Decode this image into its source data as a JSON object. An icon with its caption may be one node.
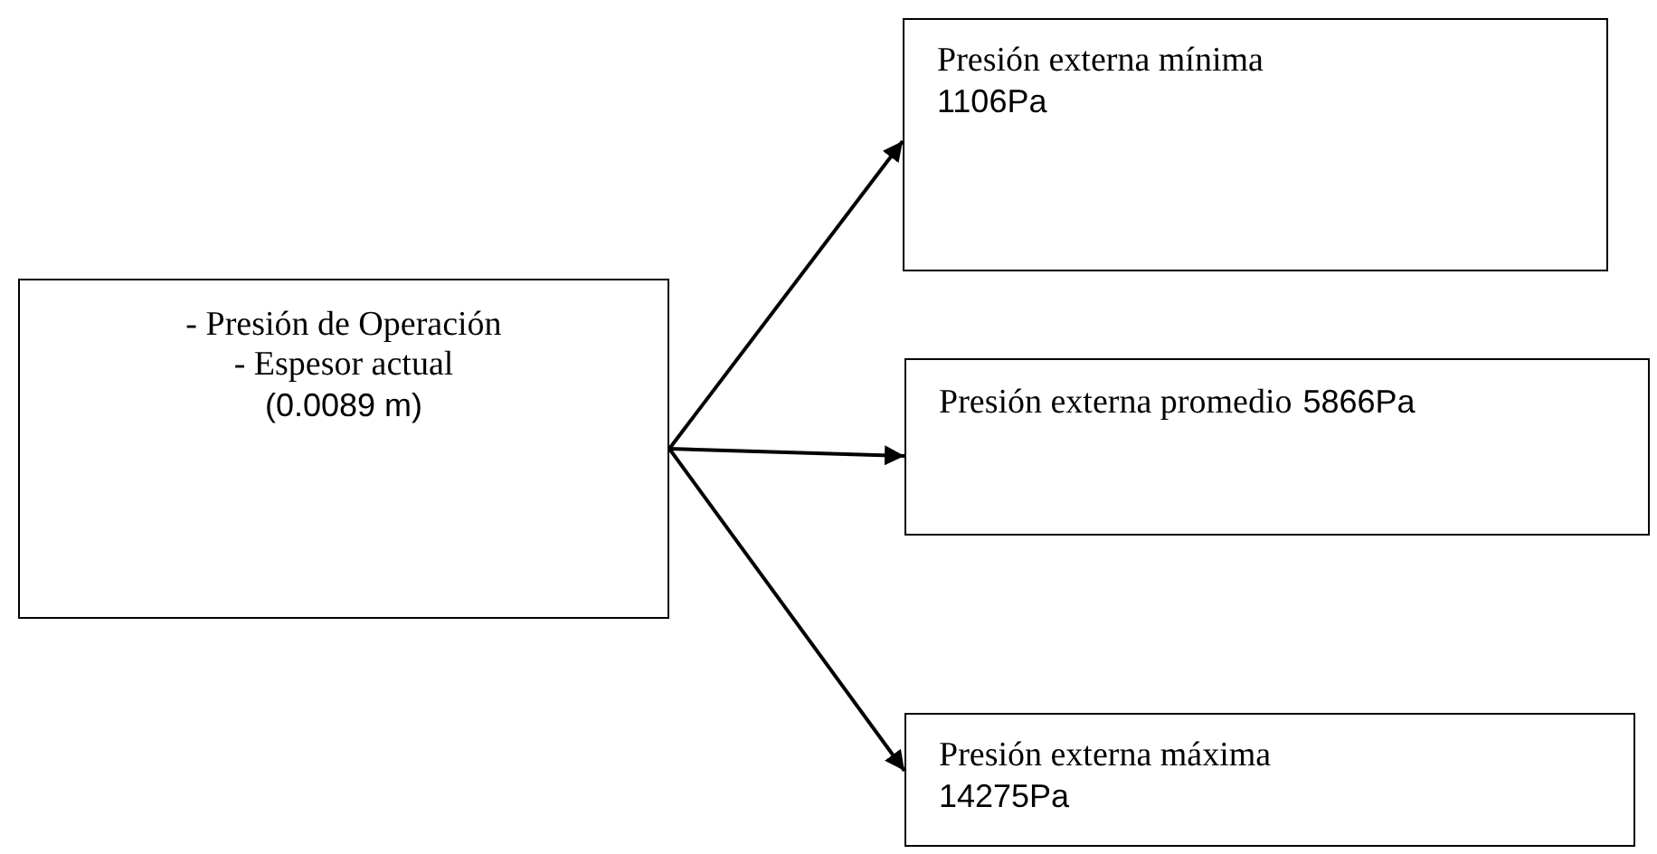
{
  "diagram": {
    "nodes": [
      {
        "text": [
          "- Presión de Operación",
          "- Espesor actual",
          "(0.0089 m)"
        ]
      },
      {
        "text": [
          "Presión externa mínima",
          "1106Pa"
        ]
      },
      {
        "text": [
          "Presión externa promedio",
          "5866Pa"
        ]
      },
      {
        "text": [
          "Presión externa máxima",
          "14275Pa"
        ]
      }
    ],
    "edges": [
      {
        "from": 0,
        "to": 1,
        "arrow": "to"
      },
      {
        "from": 0,
        "to": 2,
        "arrow": "to"
      },
      {
        "from": 0,
        "to": 3,
        "arrow": "to"
      }
    ]
  }
}
